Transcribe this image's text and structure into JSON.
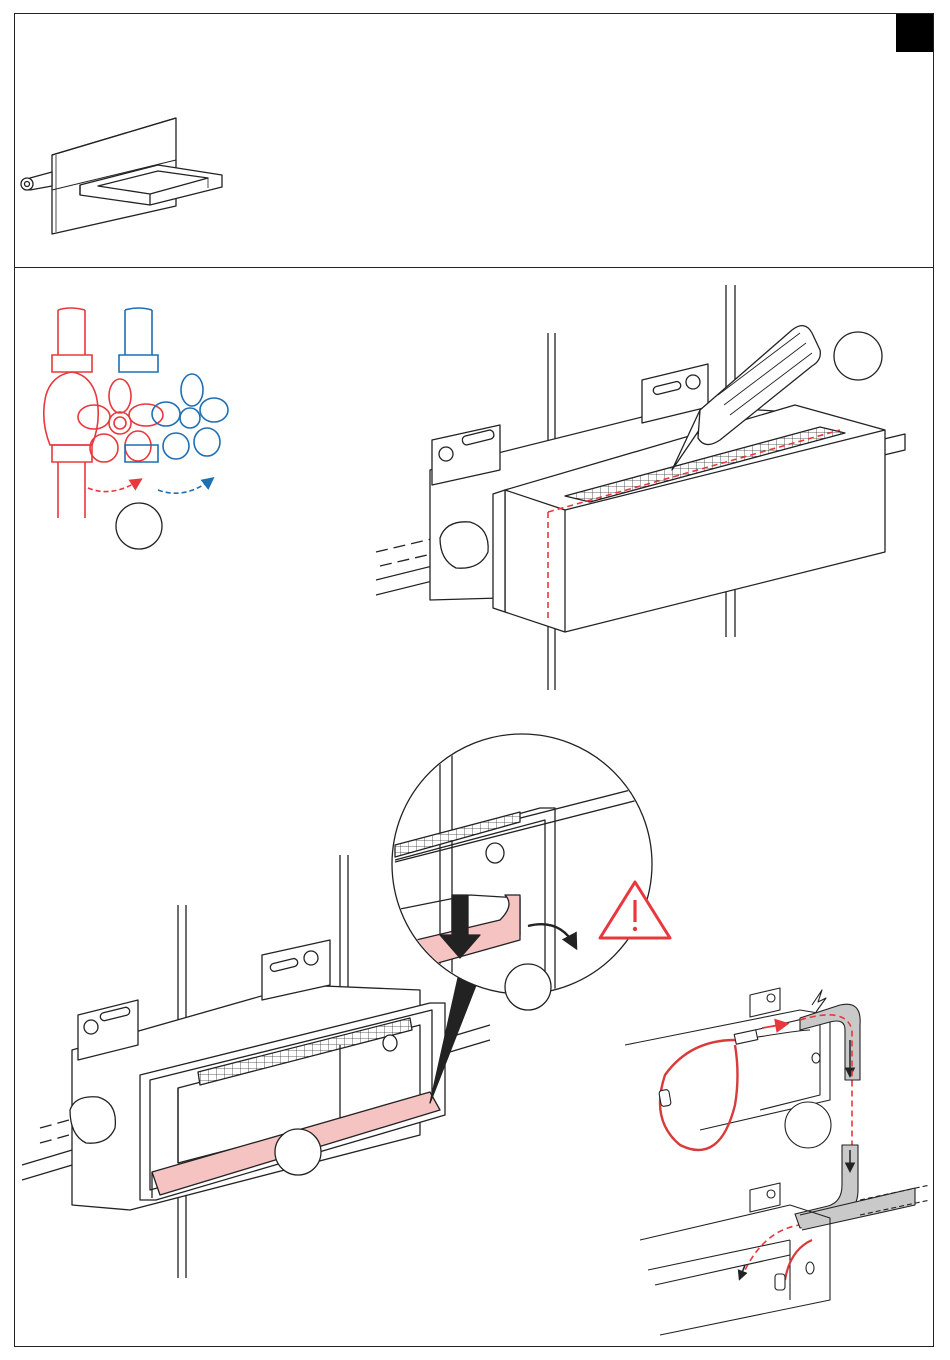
{
  "document": {
    "sheet": "installation-instruction-page",
    "colors": {
      "line": "#222222",
      "hot": "#e8383d",
      "cold": "#1f6fb3",
      "seal_fill": "#f6c3c3",
      "warning": "#e8383d",
      "tab": "#000000"
    },
    "top_panel": {
      "illustration": "wall-mounted-bath-spout"
    },
    "step_valves": {
      "illustration": "shut-off-valves-hot-and-cold",
      "callout_text": ""
    },
    "step_cut": {
      "illustration": "cut-protective-cover-with-knife",
      "callout_text": ""
    },
    "step_seal": {
      "illustration": "remove-and-place-seal-strip",
      "warning_icon": "warning-triangle-icon",
      "callout_zoom_text": "",
      "callout_box_text": ""
    },
    "step_cable": {
      "illustration": "route-cable-through-conduit",
      "electric_icon": "lightning-icon",
      "callout_text": ""
    }
  }
}
